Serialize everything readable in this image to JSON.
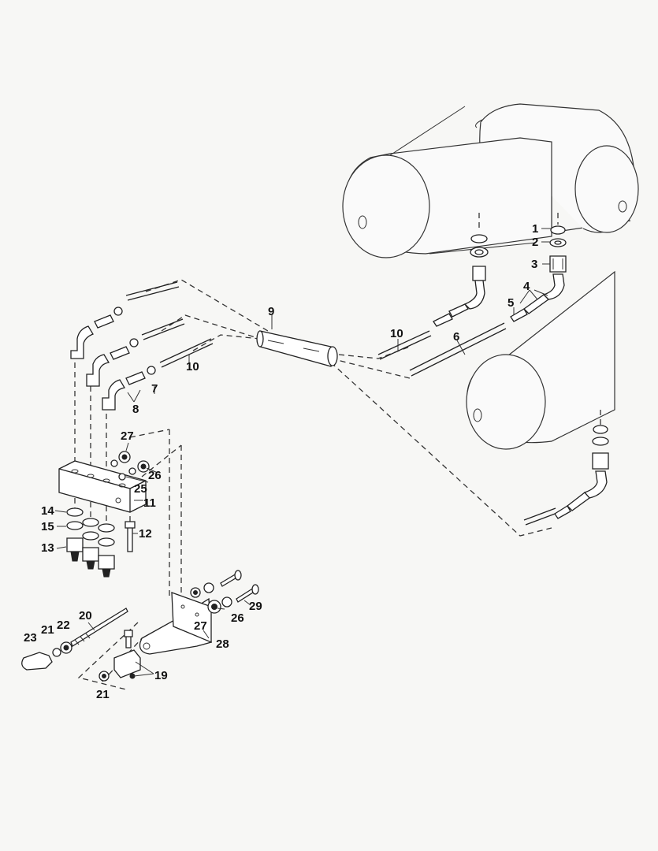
{
  "diagram": {
    "callouts": [
      {
        "id": "1",
        "text": "1"
      },
      {
        "id": "2",
        "text": "2"
      },
      {
        "id": "3",
        "text": "3"
      },
      {
        "id": "4",
        "text": "4"
      },
      {
        "id": "5",
        "text": "5"
      },
      {
        "id": "6",
        "text": "6"
      },
      {
        "id": "7",
        "text": "7"
      },
      {
        "id": "8",
        "text": "8"
      },
      {
        "id": "9",
        "text": "9"
      },
      {
        "id": "10a",
        "text": "10"
      },
      {
        "id": "10b",
        "text": "10"
      },
      {
        "id": "11",
        "text": "11"
      },
      {
        "id": "12",
        "text": "12"
      },
      {
        "id": "13",
        "text": "13"
      },
      {
        "id": "14",
        "text": "14"
      },
      {
        "id": "15",
        "text": "15"
      },
      {
        "id": "19",
        "text": "19"
      },
      {
        "id": "20",
        "text": "20"
      },
      {
        "id": "21a",
        "text": "21"
      },
      {
        "id": "21b",
        "text": "21"
      },
      {
        "id": "22",
        "text": "22"
      },
      {
        "id": "23",
        "text": "23"
      },
      {
        "id": "25",
        "text": "25"
      },
      {
        "id": "26a",
        "text": "26"
      },
      {
        "id": "26b",
        "text": "26"
      },
      {
        "id": "27a",
        "text": "27"
      },
      {
        "id": "27b",
        "text": "27"
      },
      {
        "id": "28",
        "text": "28"
      },
      {
        "id": "29",
        "text": "29"
      }
    ]
  }
}
